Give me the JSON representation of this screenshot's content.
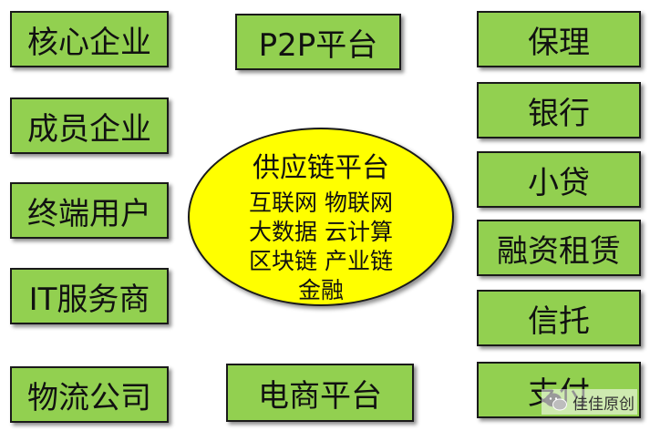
{
  "left_column": [
    "核心企业",
    "成员企业",
    "终端用户",
    "IT服务商",
    "物流公司"
  ],
  "center_top": "P2P平台",
  "center_bottom": "电商平台",
  "right_column": [
    "保理",
    "银行",
    "小贷",
    "融资租赁",
    "信托",
    "支付"
  ],
  "hub": {
    "title": "供应链平台",
    "lines": [
      "互联网 物联网",
      "大数据 云计算",
      "区块链 产业链",
      "金融"
    ]
  },
  "watermark": "佳佳原创",
  "colors": {
    "box_fill": "#92d050",
    "hub_fill": "#ffff00",
    "border": "#1a1a1a"
  }
}
